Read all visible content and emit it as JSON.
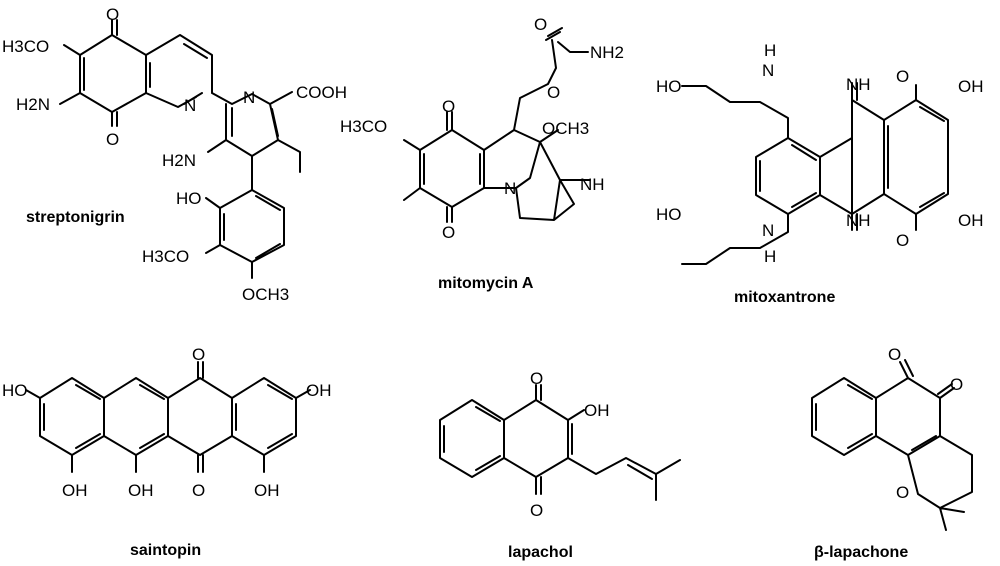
{
  "compounds": [
    {
      "name": "streptonigrin",
      "atoms": [
        "O",
        "H3CO",
        "H2N",
        "O",
        "N",
        "N",
        "COOH",
        "H2N",
        "HO",
        "H3CO",
        "OCH3"
      ]
    },
    {
      "name": "mitomycin A",
      "atoms": [
        "O",
        "NH2",
        "O",
        "H3CO",
        "OCH3",
        "N",
        "NH",
        "O",
        "O"
      ]
    },
    {
      "name": "mitoxantrone",
      "atoms": [
        "HO",
        "H",
        "N",
        "NH",
        "O",
        "OH",
        "HO",
        "N",
        "H",
        "NH",
        "O",
        "OH"
      ]
    },
    {
      "name": "saintopin",
      "atoms": [
        "O",
        "HO",
        "OH",
        "OH",
        "OH",
        "O",
        "OH"
      ]
    },
    {
      "name": "lapachol",
      "atoms": [
        "O",
        "OH",
        "O"
      ]
    },
    {
      "name": "β-lapachone",
      "atoms": [
        "O",
        "O",
        "O"
      ]
    }
  ]
}
